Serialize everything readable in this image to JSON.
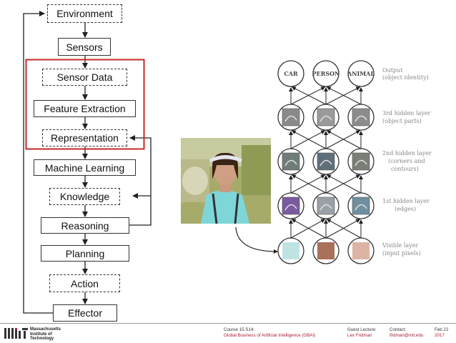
{
  "pipeline": {
    "environment": "Environment",
    "sensors": "Sensors",
    "sensor_data": "Sensor Data",
    "feature_extraction": "Feature Extraction",
    "representation": "Representation",
    "machine_learning": "Machine Learning",
    "knowledge": "Knowledge",
    "reasoning": "Reasoning",
    "planning": "Planning",
    "action": "Action",
    "effector": "Effector",
    "highlight_color": "#c62828"
  },
  "network": {
    "output_nodes": [
      "CAR",
      "PERSON",
      "ANIMAL"
    ],
    "layers": [
      {
        "line1": "Output",
        "line2": "(object identity)"
      },
      {
        "line1": "3rd hidden layer",
        "line2": "(object parts)"
      },
      {
        "line1": "2nd hidden layer",
        "line2": "(corners and",
        "line3": "contours)"
      },
      {
        "line1": "1st hidden layer",
        "line2": "(edges)"
      },
      {
        "line1": "Visible layer",
        "line2": "(input pixels)"
      }
    ],
    "pixel_colors": [
      "#bfe3e3",
      "#a9705a",
      "#dcb4a4"
    ]
  },
  "footer": {
    "mit_lines": [
      "Massachusetts",
      "Institute of",
      "Technology"
    ],
    "course_key": "Course 15.S14:",
    "course_val": "Global Business of Artificial Intelligence (GBAI)",
    "guest_key": "Guest Lecture:",
    "guest_val": "Lex Fridman",
    "contact_key": "Contact:",
    "contact_val": "fridman@mit.edu",
    "date_key": "Feb 22",
    "date_val": "2017"
  }
}
